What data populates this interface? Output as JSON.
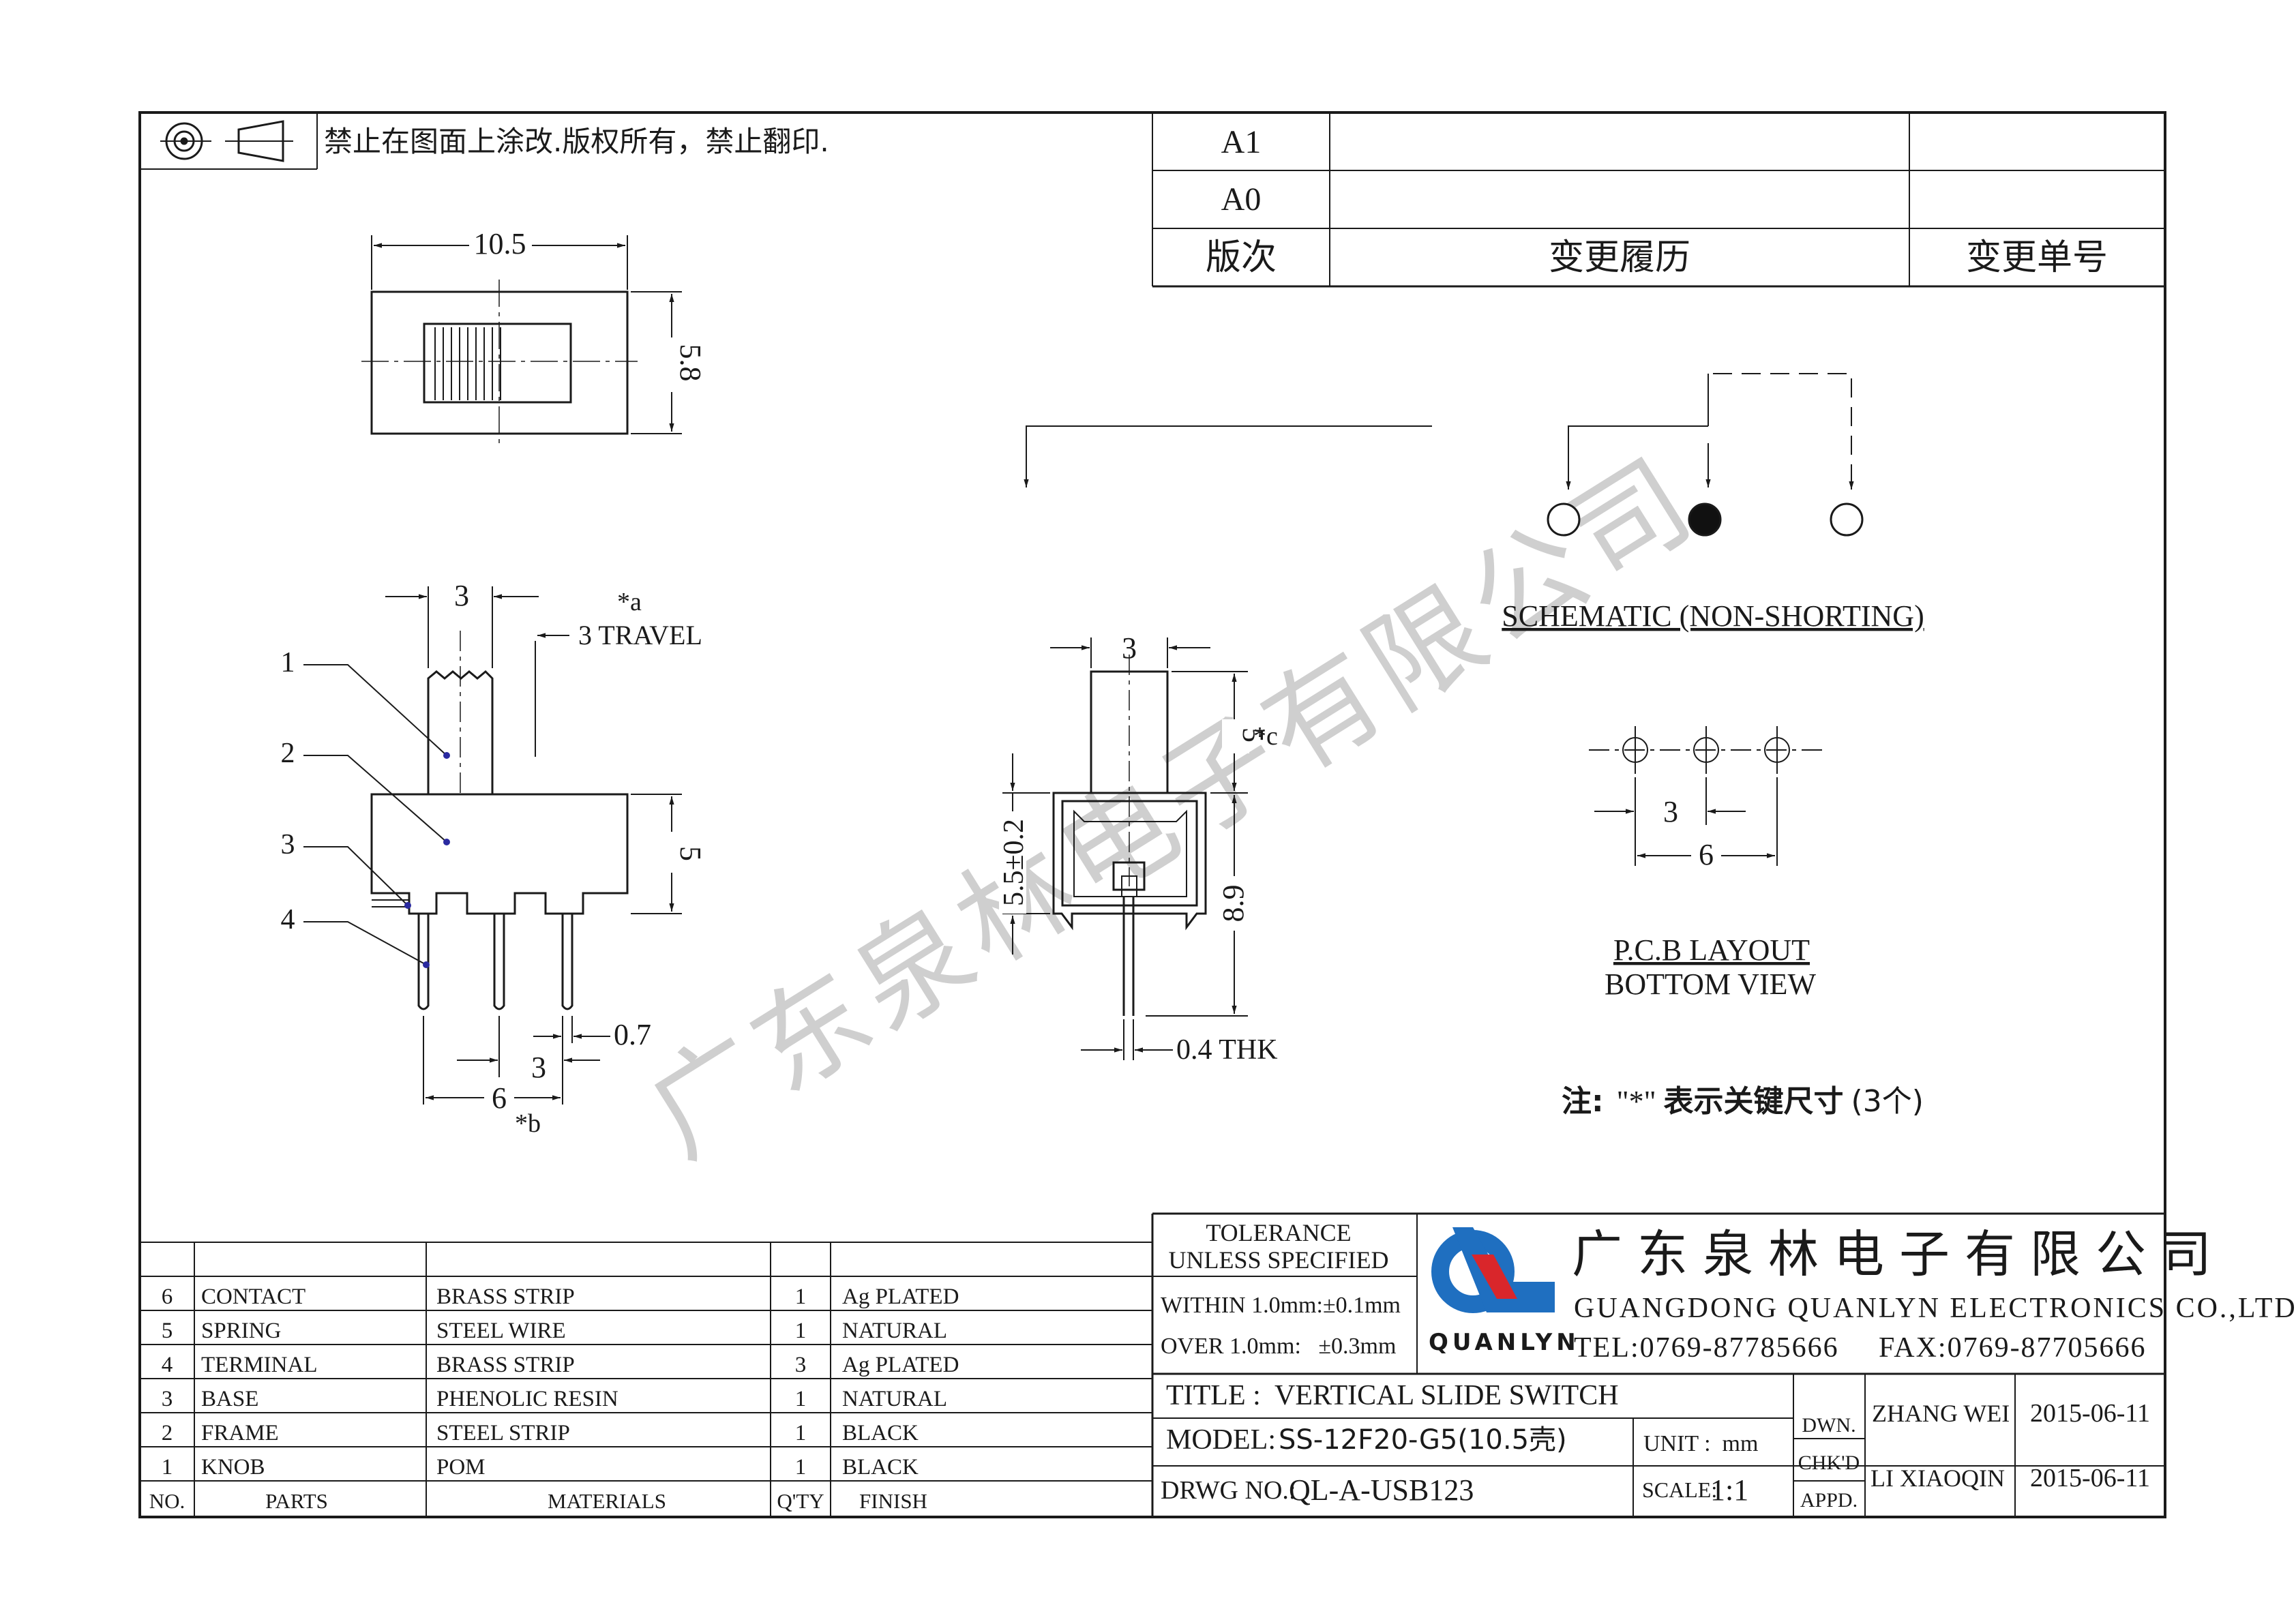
{
  "notice": "禁止在图面上涂改.版权所有，禁止翻印.",
  "revision": {
    "rows": [
      "A1",
      "A0"
    ],
    "headers": [
      "版次",
      "变更履历",
      "变更单号"
    ]
  },
  "top_view": {
    "dim_width": "10.5",
    "dim_height": "5.8"
  },
  "side_view": {
    "dim_knob": "3",
    "travel_mark": "*a",
    "travel_label": "3  TRAVEL",
    "dim_body": "5",
    "dim_pin": "0.7",
    "dim_pitch": "3",
    "dim_span": "6",
    "span_mark": "*b",
    "callouts": [
      "1",
      "2",
      "3",
      "4"
    ]
  },
  "end_view": {
    "dim_knob": "3",
    "dim_knob_height": "5",
    "knob_mark": "*c",
    "dim_body": "5.5±0.2",
    "dim_total": "8.9",
    "dim_thk": "0.4  THK"
  },
  "schematic": {
    "label": "SCHEMATIC (NON-SHORTING)"
  },
  "pcb": {
    "dim_pitch": "3",
    "dim_span": "6",
    "title": "P.C.B LAYOUT",
    "subtitle": "BOTTOM  VIEW"
  },
  "note": {
    "prefix": "注:",
    "mark": "\"*\"",
    "text": "表示关键尺寸",
    "count": "(3个)"
  },
  "watermark": "广东泉林电子有限公司",
  "bom": {
    "rows": [
      {
        "no": "6",
        "part": "CONTACT",
        "material": "BRASS STRIP",
        "qty": "1",
        "finish": "Ag PLATED"
      },
      {
        "no": "5",
        "part": "SPRING",
        "material": "STEEL WIRE",
        "qty": "1",
        "finish": "NATURAL"
      },
      {
        "no": "4",
        "part": "TERMINAL",
        "material": "BRASS STRIP",
        "qty": "3",
        "finish": "Ag PLATED"
      },
      {
        "no": "3",
        "part": "BASE",
        "material": "PHENOLIC RESIN",
        "qty": "1",
        "finish": "NATURAL"
      },
      {
        "no": "2",
        "part": "FRAME",
        "material": "STEEL STRIP",
        "qty": "1",
        "finish": "BLACK"
      },
      {
        "no": "1",
        "part": "KNOB",
        "material": "POM",
        "qty": "1",
        "finish": "BLACK"
      }
    ],
    "headers": {
      "no": "NO.",
      "part": "PARTS",
      "material": "MATERIALS",
      "qty": "Q'TY",
      "finish": "FINISH"
    }
  },
  "tolerance": {
    "title1": "TOLERANCE",
    "title2": "UNLESS SPECIFIED",
    "within": "WITHIN 1.0mm:±0.1mm",
    "over": "OVER 1.0mm:   ±0.3mm"
  },
  "company": {
    "name_cn": "广东泉林电子有限公司",
    "name_en": "GUANGDONG QUANLYN ELECTRONICS CO.,LTD.",
    "tel": "TEL:0769-87785666",
    "fax": "FAX:0769-87705666",
    "logo_text": "QUANLYN",
    "brand_blue": "#1f6fc0",
    "brand_red": "#d9262b"
  },
  "title_block": {
    "title": "TITLE :  VERTICAL SLIDE SWITCH",
    "model_label": "MODEL:",
    "model": "SS-12F20-G5(10.5壳)",
    "drwg_label": "DRWG NO.:",
    "drwg": "QL-A-USB123",
    "unit": "UNIT :  mm",
    "scale_label": "SCALE:",
    "scale": "1:1",
    "dwn": "DWN.",
    "chkd": "CHK'D",
    "appd": "APPD.",
    "drawn_by": "ZHANG WEI",
    "drawn_date": "2015-06-11",
    "checked_by": "LI XIAOQIN",
    "checked_date": "2015-06-11"
  },
  "colors": {
    "line": "#1a1a1a",
    "blue_dot": "#2a2aa0"
  }
}
